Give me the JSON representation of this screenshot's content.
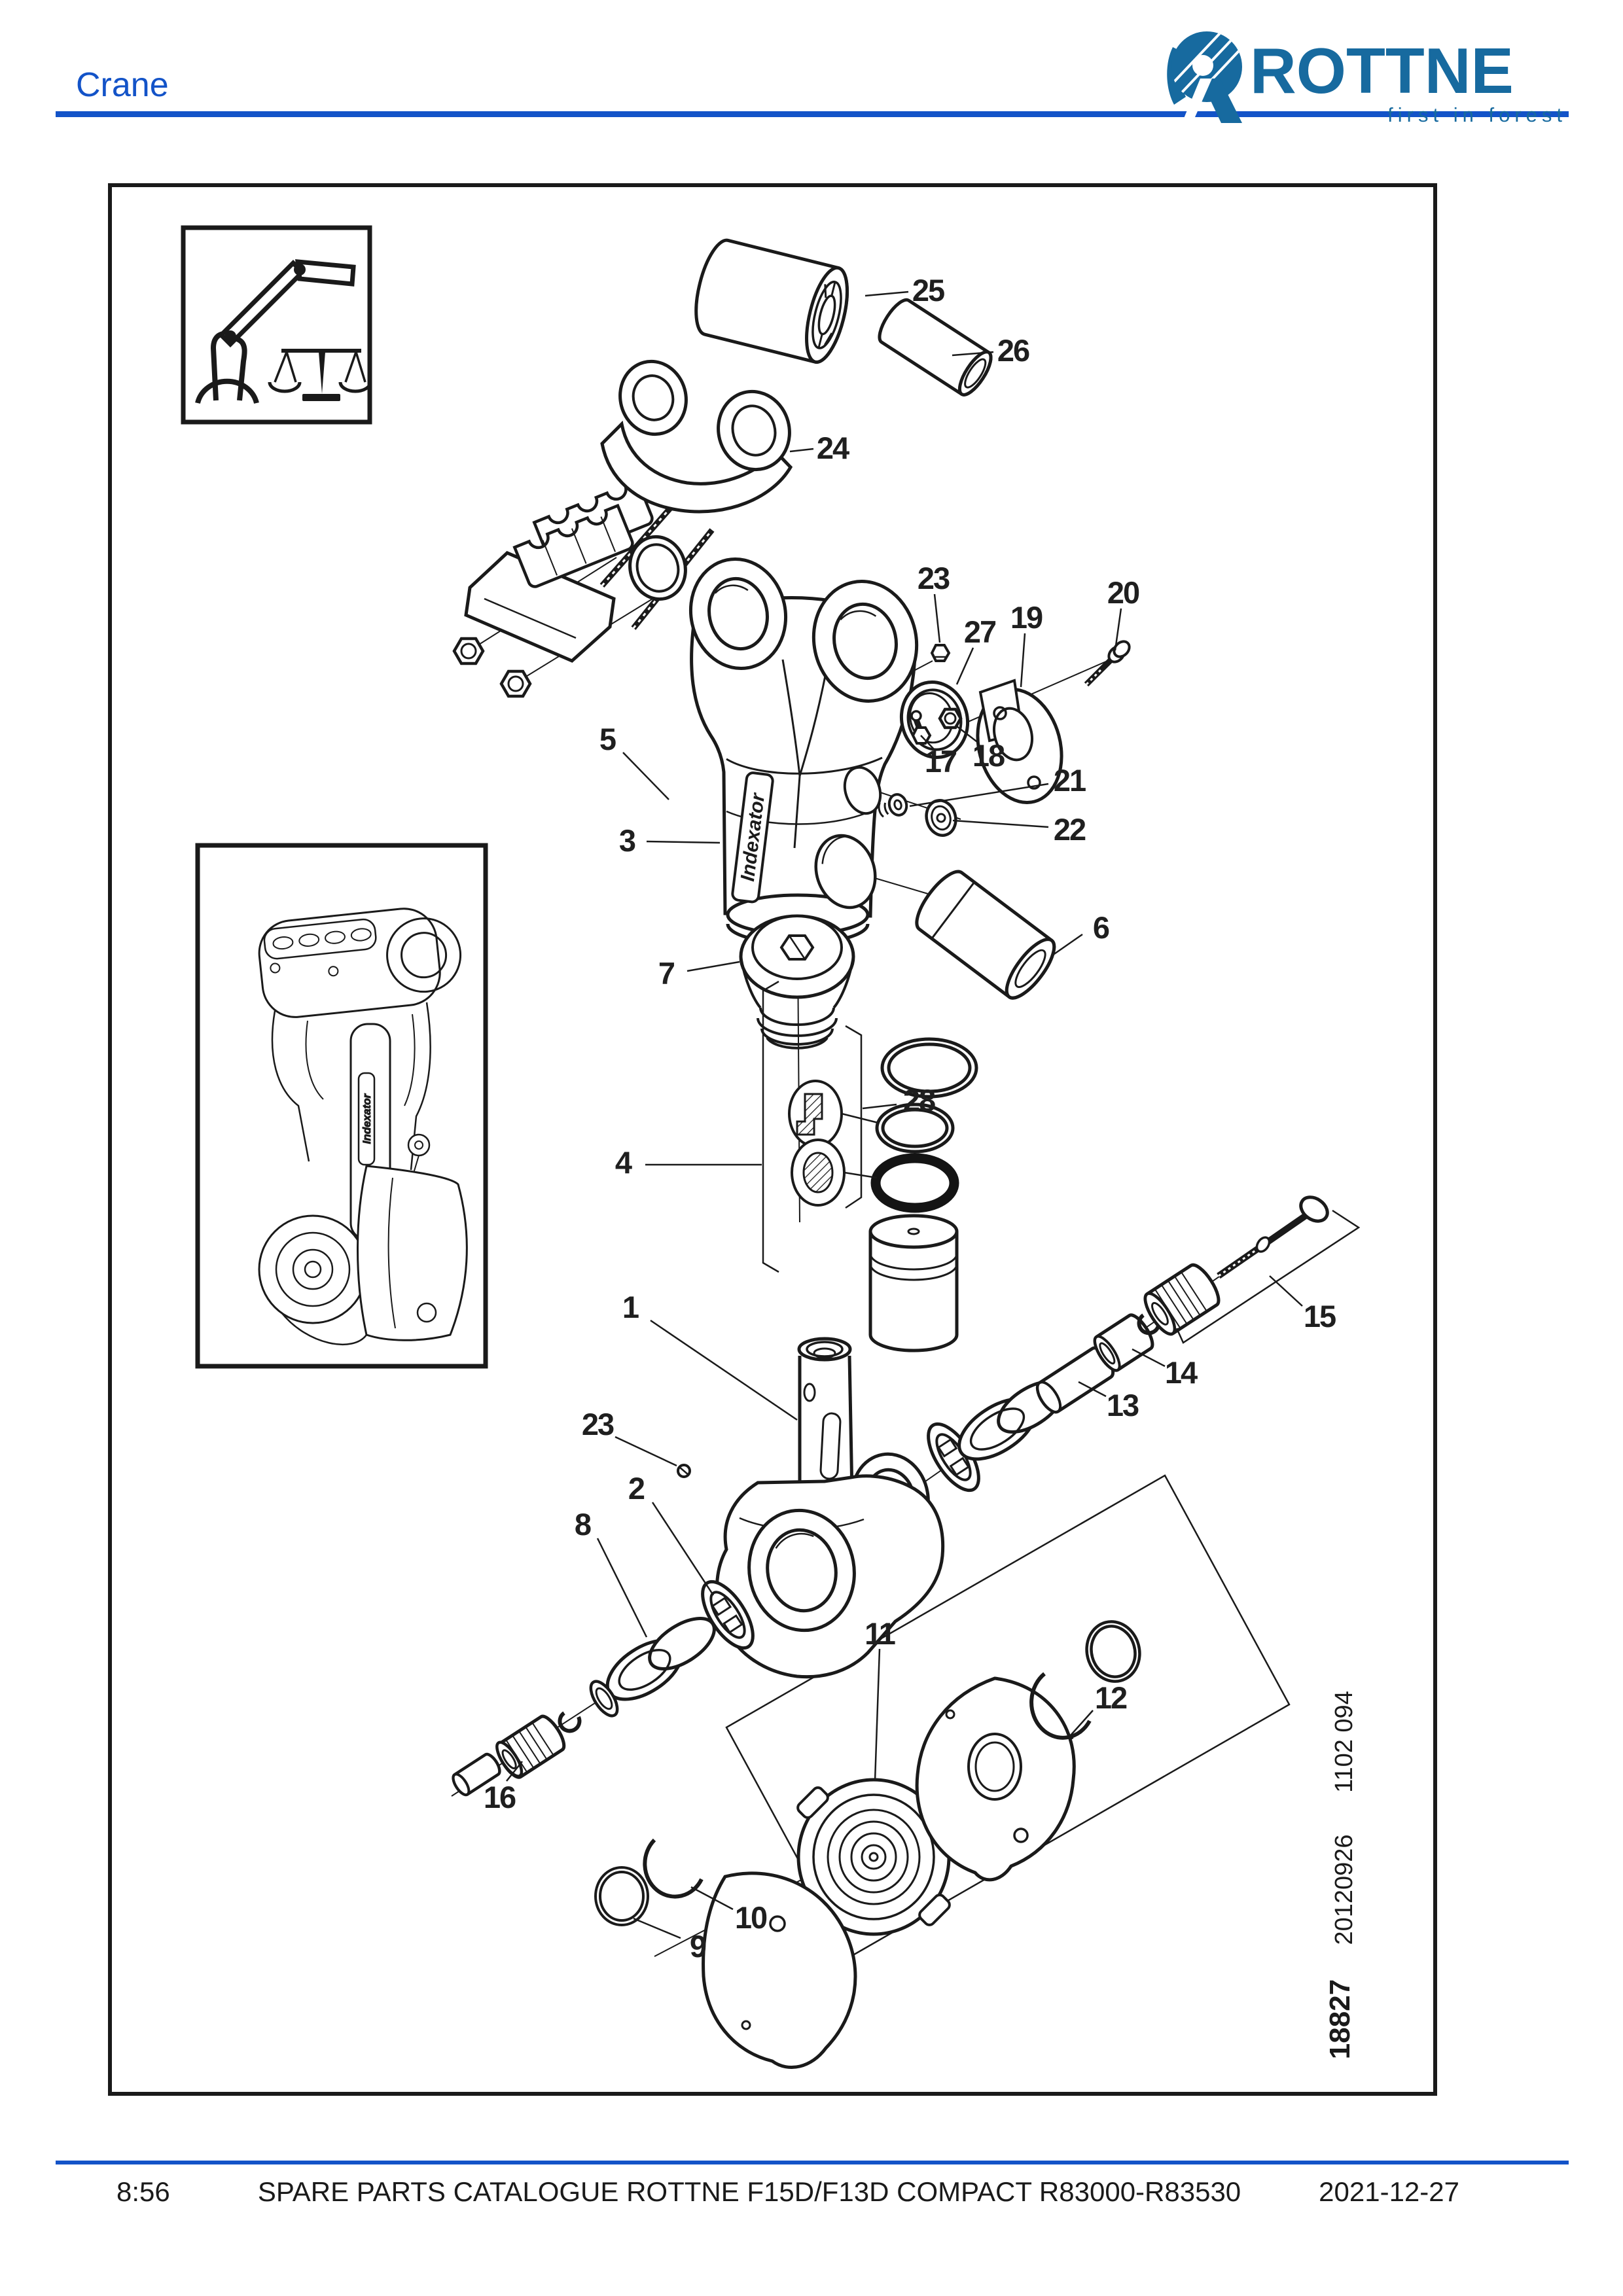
{
  "header": {
    "page_title": "Crane"
  },
  "logo": {
    "wordmark": "ROTTNE",
    "tagline": "first in forest"
  },
  "footer": {
    "time": "8:56",
    "catalogue_title": "SPARE PARTS CATALOGUE ROTTNE F15D/F13D COMPACT R83000-R83530",
    "date": "2021-12-27"
  },
  "diagram": {
    "brand_on_part": "Indexator",
    "side_codes": [
      "1102 094",
      "20120926",
      "18827"
    ],
    "callouts": [
      {
        "label": "25"
      },
      {
        "label": "26"
      },
      {
        "label": "24"
      },
      {
        "label": "23"
      },
      {
        "label": "27"
      },
      {
        "label": "19"
      },
      {
        "label": "20"
      },
      {
        "label": "5"
      },
      {
        "label": "3"
      },
      {
        "label": "17"
      },
      {
        "label": "18"
      },
      {
        "label": "21"
      },
      {
        "label": "22"
      },
      {
        "label": "6"
      },
      {
        "label": "7"
      },
      {
        "label": "28"
      },
      {
        "label": "4"
      },
      {
        "label": "1"
      },
      {
        "label": "15"
      },
      {
        "label": "14"
      },
      {
        "label": "13"
      },
      {
        "label": "23"
      },
      {
        "label": "2"
      },
      {
        "label": "8"
      },
      {
        "label": "11"
      },
      {
        "label": "12"
      },
      {
        "label": "16"
      },
      {
        "label": "10"
      },
      {
        "label": "9"
      }
    ]
  },
  "colors": {
    "accent_blue": "#1353c8",
    "logo_blue": "#176a9f",
    "line": "#1a1a1a"
  }
}
